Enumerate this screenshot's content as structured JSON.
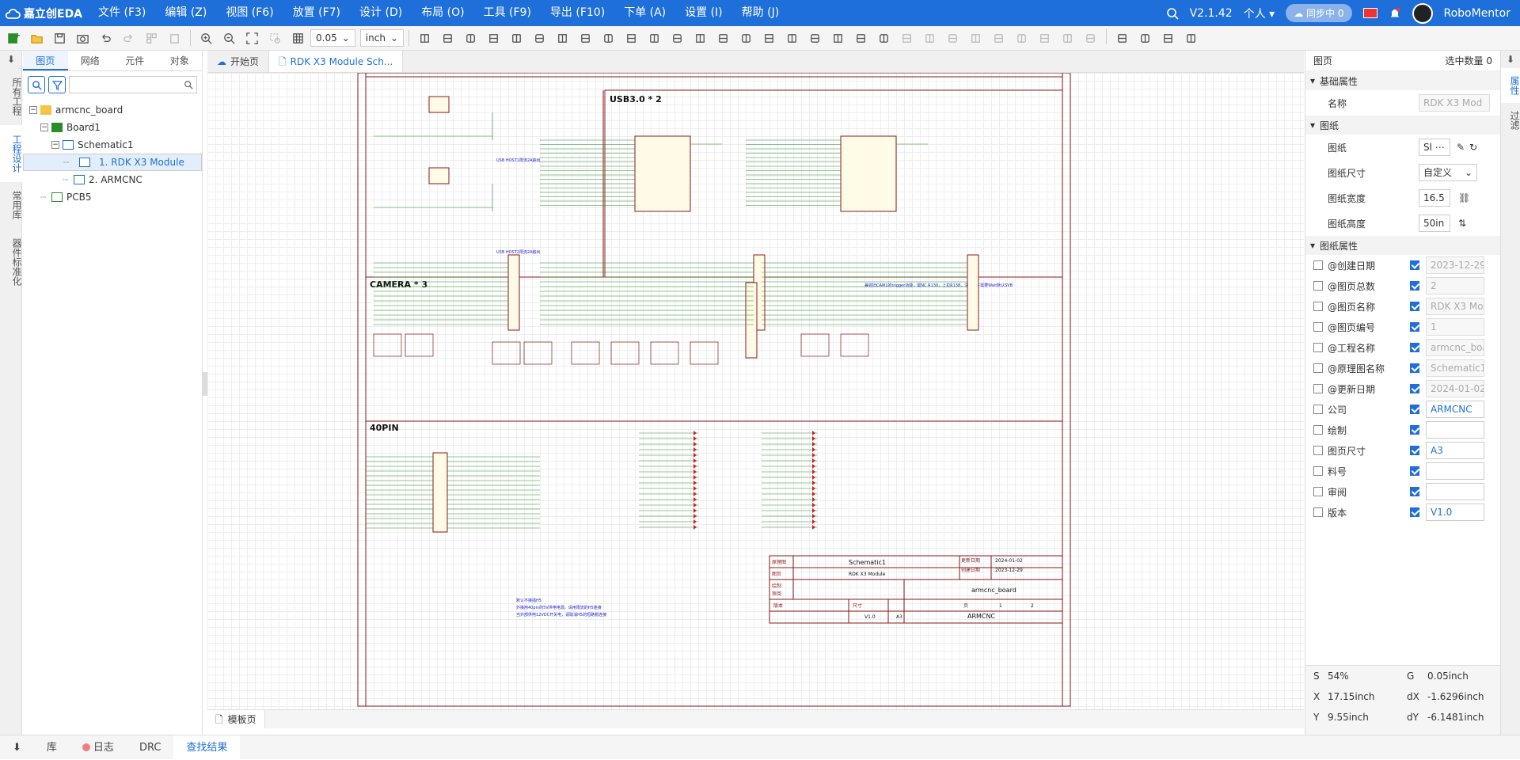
{
  "app": {
    "logo_text": "嘉立创EDA",
    "version": "V2.1.42",
    "account_type": "个人",
    "sync_label": "同步中",
    "sync_count": "0",
    "username": "RoboMentor"
  },
  "menu": [
    "文件 (F3)",
    "编辑 (Z)",
    "视图 (F6)",
    "放置 (F7)",
    "设计 (D)",
    "布局 (O)",
    "工具 (F9)",
    "导出 (F10)",
    "下单 (A)",
    "设置 (I)",
    "帮助 (J)"
  ],
  "toolbar": {
    "grid_size": "0.05",
    "unit": "inch"
  },
  "left_rail": [
    "所有工程",
    "工程设计",
    "常用库",
    "器件标准化"
  ],
  "left_tabs": [
    "图页",
    "网络",
    "元件",
    "对象"
  ],
  "tree": [
    {
      "label": "armcnc_board",
      "level": 0,
      "icon": "folder"
    },
    {
      "label": "Board1",
      "level": 1,
      "icon": "board"
    },
    {
      "label": "Schematic1",
      "level": 2,
      "icon": "schematic"
    },
    {
      "label": "1. RDK X3 Module",
      "level": 3,
      "icon": "page",
      "selected": true
    },
    {
      "label": "2. ARMCNC",
      "level": 3,
      "icon": "page"
    },
    {
      "label": "PCB5",
      "level": 1,
      "icon": "pcb"
    }
  ],
  "doc_tabs": [
    {
      "label": "开始页"
    },
    {
      "label": "RDK X3 Module Sch...",
      "active": true
    }
  ],
  "schematic": {
    "sections": [
      "USB3.0 * 2",
      "CAMERA * 3",
      "40PIN"
    ],
    "notes": [
      "USB HOST1限流2A输出",
      "USB HOST2限流2A输出",
      "兼容旧CAM1的trigger功能，需NC R130，上拉R138，注意硬件需要Wait默认SVB",
      "默认不接插H5",
      "外接用40pin的5V供电电源，请用限流的H5连接",
      "当外部供电12VDC开关电，请取消H5的短路帽连接"
    ],
    "title_block": {
      "sheet": "Schematic1",
      "module": "RDK X3 Module",
      "project": "armcnc_board",
      "company": "ARMCNC",
      "version": "V1.0",
      "size": "A3",
      "page": "1",
      "pages": "2",
      "date_update": "2024-01-02",
      "date_create": "2023-12-29",
      "lbl_draw": "原理图",
      "lbl_page": "图页",
      "lbl_material": "料号",
      "lbl_review": "审阅",
      "lbl_ver": "版本",
      "lbl_size": "尺寸",
      "lbl_of": "页",
      "lbl_upd": "更新日期",
      "lbl_crt": "创建日期",
      "lbl_draw_by": "绘制",
      "lbl_review2": "审阅"
    }
  },
  "page_tabs": [
    "模板页"
  ],
  "bottom_tabs": [
    "库",
    "日志",
    "DRC",
    "查找结果"
  ],
  "right_panel": {
    "header": "图页",
    "selected_count_label": "选中数量",
    "selected_count": "0",
    "basic_section": "基础属性",
    "name_label": "名称",
    "name_value": "RDK X3 Mod",
    "paper_section": "图纸",
    "paper_label": "图纸",
    "paper_value": "Sl",
    "paper_size_label": "图纸尺寸",
    "paper_size_value": "自定义",
    "paper_width_label": "图纸宽度",
    "paper_width_value": "16.5",
    "paper_height_label": "图纸高度",
    "paper_height_value": "50in",
    "attr_section": "图纸属性",
    "attrs": [
      {
        "label": "@创建日期",
        "checked": true,
        "value": "2023-12-29",
        "active": false
      },
      {
        "label": "@图页总数",
        "checked": true,
        "value": "2",
        "active": false
      },
      {
        "label": "@图页名称",
        "checked": true,
        "value": "RDK X3 Mod",
        "active": false
      },
      {
        "label": "@图页编号",
        "checked": true,
        "value": "1",
        "active": false
      },
      {
        "label": "@工程名称",
        "checked": true,
        "value": "armcnc_boar",
        "active": false
      },
      {
        "label": "@原理图名称",
        "checked": true,
        "value": "Schematic1",
        "active": false
      },
      {
        "label": "@更新日期",
        "checked": true,
        "value": "2024-01-02",
        "active": false
      },
      {
        "label": "公司",
        "checked": true,
        "value": "ARMCNC",
        "active": true
      },
      {
        "label": "绘制",
        "checked": true,
        "value": "",
        "active": true
      },
      {
        "label": "图页尺寸",
        "checked": true,
        "value": "A3",
        "active": true
      },
      {
        "label": "料号",
        "checked": true,
        "value": "",
        "active": true
      },
      {
        "label": "审阅",
        "checked": true,
        "value": "",
        "active": true
      },
      {
        "label": "版本",
        "checked": true,
        "value": "V1.0",
        "active": true
      }
    ],
    "status": {
      "s_label": "S",
      "s": "54%",
      "g_label": "G",
      "g": "0.05inch",
      "x_label": "X",
      "x": "17.15inch",
      "dx_label": "dX",
      "dx": "-1.6296inch",
      "y_label": "Y",
      "y": "9.55inch",
      "dy_label": "dY",
      "dy": "-6.1481inch"
    }
  },
  "right_tabs": [
    "属性",
    "过滤"
  ]
}
